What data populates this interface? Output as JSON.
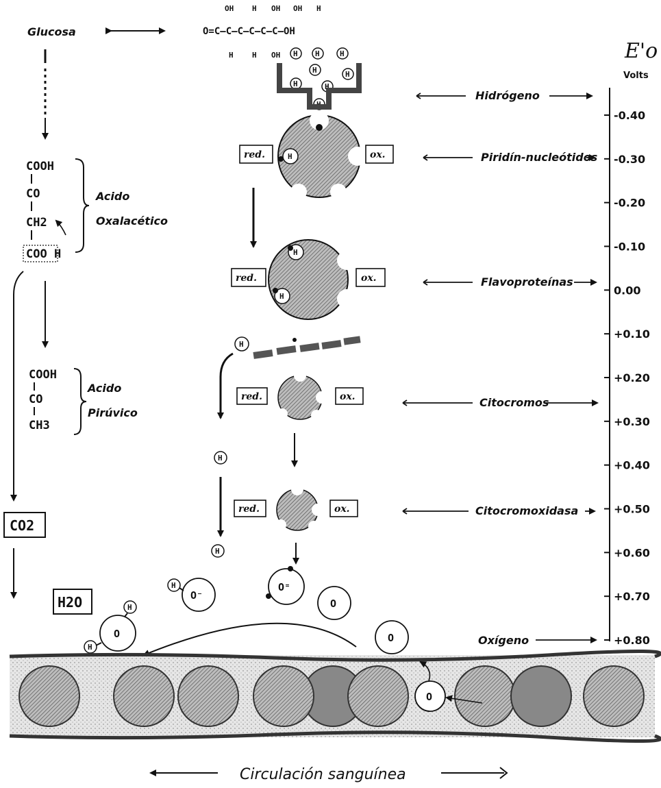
{
  "pathway": {
    "glucose": "Glucosa",
    "oxaloacetic": {
      "formula": [
        "COOH",
        "CO",
        "CH2",
        "COO H"
      ],
      "name_line1": "Acido",
      "name_line2": "Oxalacético"
    },
    "pyruvic": {
      "formula": [
        "COOH",
        "CO",
        "CH3"
      ],
      "name_line1": "Acido",
      "name_line2": "Pirúvico"
    },
    "co2": "CO2",
    "h2o": "H2O"
  },
  "glucose_formula": {
    "top_row": [
      "OH",
      "H",
      "OH",
      "OH",
      "H"
    ],
    "chain": "O=C—C—C—C—C—C—OH",
    "bottom_row": [
      "H",
      "H",
      "OH",
      "H",
      "H",
      "H"
    ]
  },
  "enzymes": [
    {
      "red": "red.",
      "ox": "ox.",
      "label": "Piridín-nucleótidos",
      "volts": "-0.30"
    },
    {
      "red": "red.",
      "ox": "ox.",
      "label": "Flavoproteínas",
      "volts": "0.00"
    },
    {
      "red": "red.",
      "ox": "ox.",
      "label": "Citocromos",
      "volts": "+0.30"
    },
    {
      "red": "red.",
      "ox": "ox.",
      "label": "Citocromoxidasa",
      "volts": "+0.50"
    }
  ],
  "right_labels": {
    "hydrogen": "Hidrógeno",
    "oxygen": "Oxígeno"
  },
  "scale": {
    "symbol": "E'o",
    "unit": "Volts",
    "ticks": [
      "-0.40",
      "-0.30",
      "-0.20",
      "-0.10",
      "0.00",
      "+0.10",
      "+0.20",
      "+0.30",
      "+0.40",
      "+0.50",
      "+0.60",
      "+0.70",
      "+0.80"
    ]
  },
  "atoms": {
    "H": "H",
    "O": "O",
    "O_minus": "O⁻",
    "O_2minus": "O⁼"
  },
  "circulation": "Circulación sanguínea",
  "colors": {
    "ink": "#111111",
    "enzyme_fill": "#9a9a9a",
    "vessel_fill": "#d9d9d9",
    "cell_fill": "#8c8c8c"
  }
}
